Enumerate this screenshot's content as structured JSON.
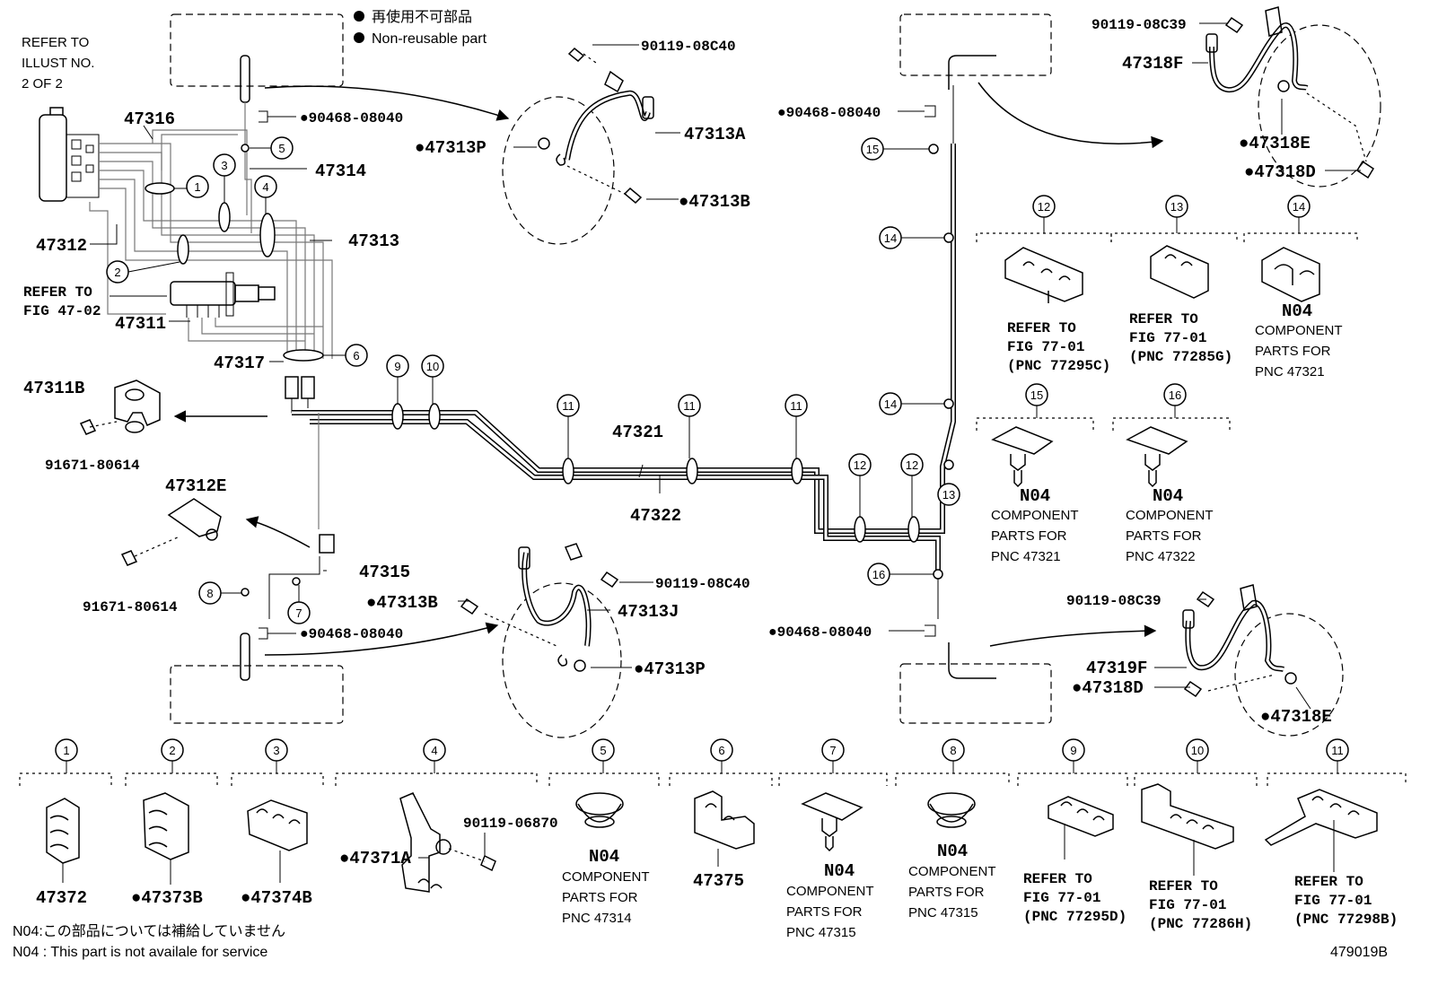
{
  "legend": {
    "jp": "再使用不可部品",
    "en": "Non-reusable part"
  },
  "notes": {
    "jp": "N04:この部品については補給していません",
    "en": "N04 : This part is not availale for service"
  },
  "figure_id": "479019B",
  "refer_illust": [
    "REFER TO",
    "ILLUST NO.",
    "2 OF 2"
  ],
  "refer_fig_4702": [
    "REFER TO",
    "FIG 47-02"
  ],
  "parts": {
    "p47316": "47316",
    "p47314": "47314",
    "p47312": "47312",
    "p47313": "47313",
    "p47311": "47311",
    "p47317": "47317",
    "p47311B": "47311B",
    "p91671_a": "91671-80614",
    "p47312E": "47312E",
    "p91671_b": "91671-80614",
    "p47315": "47315",
    "p90468_tl": "●90468-08040",
    "p90468_bl": "●90468-08040",
    "p90468_tr": "●90468-08040",
    "p90468_br": "●90468-08040",
    "p90119_08C40_t": "90119-08C40",
    "p47313A": "47313A",
    "p47313P_t": "●47313P",
    "p47313B_t": "●47313B",
    "p90119_08C40_b": "90119-08C40",
    "p47313B_b": "●47313B",
    "p47313J": "47313J",
    "p47313P_b": "●47313P",
    "p47321": "47321",
    "p47322": "47322",
    "p90119_08C39_t": "90119-08C39",
    "p47318F": "47318F",
    "p47318E_t": "●47318E",
    "p47318D_t": "●47318D",
    "p90119_08C39_b": "90119-08C39",
    "p47319F": "47319F",
    "p47318D_b": "●47318D",
    "p47318E_b": "●47318E"
  },
  "callouts": {
    "c1": "1",
    "c2": "2",
    "c3": "3",
    "c4": "4",
    "c5": "5",
    "c6": "6",
    "c7": "7",
    "c8": "8",
    "c9": "9",
    "c10": "10",
    "c11a": "11",
    "c11b": "11",
    "c11c": "11",
    "c12a": "12",
    "c12b": "12",
    "c13": "13",
    "c14a": "14",
    "c14b": "14",
    "c15": "15",
    "c16": "16"
  },
  "right_components": {
    "c12_num": "12",
    "c12_ref": [
      "REFER TO",
      "FIG 77-01",
      "(PNC 77295C)"
    ],
    "c13_num": "13",
    "c13_ref": [
      "REFER TO",
      "FIG 77-01",
      "(PNC 77285G)"
    ],
    "c14_num": "14",
    "c14_code": "N04",
    "c14_text": [
      "COMPONENT",
      "PARTS FOR",
      "PNC 47321"
    ],
    "c15_num": "15",
    "c15_code": "N04",
    "c15_text": [
      "COMPONENT",
      "PARTS FOR",
      "PNC 47321"
    ],
    "c16_num": "16",
    "c16_code": "N04",
    "c16_text": [
      "COMPONENT",
      "PARTS FOR",
      "PNC 47322"
    ]
  },
  "bottom_components": {
    "b1_num": "1",
    "b1_part": "47372",
    "b2_num": "2",
    "b2_part": "●47373B",
    "b3_num": "3",
    "b3_part": "●47374B",
    "b4_num": "4",
    "b4_part": "●47371A",
    "b4_bolt": "90119-06870",
    "b5_num": "5",
    "b5_code": "N04",
    "b5_text": [
      "COMPONENT",
      "PARTS FOR",
      "PNC 47314"
    ],
    "b6_num": "6",
    "b6_part": "47375",
    "b7_num": "7",
    "b7_code": "N04",
    "b7_text": [
      "COMPONENT",
      "PARTS FOR",
      "PNC 47315"
    ],
    "b8_num": "8",
    "b8_code": "N04",
    "b8_text": [
      "COMPONENT",
      "PARTS FOR",
      "PNC 47315"
    ],
    "b9_num": "9",
    "b9_ref": [
      "REFER TO",
      "FIG 77-01",
      "(PNC 77295D)"
    ],
    "b10_num": "10",
    "b10_ref": [
      "REFER TO",
      "FIG 77-01",
      "(PNC 77286H)"
    ],
    "b11_num": "11",
    "b11_ref": [
      "REFER TO",
      "FIG 77-01",
      "(PNC 77298B)"
    ]
  }
}
